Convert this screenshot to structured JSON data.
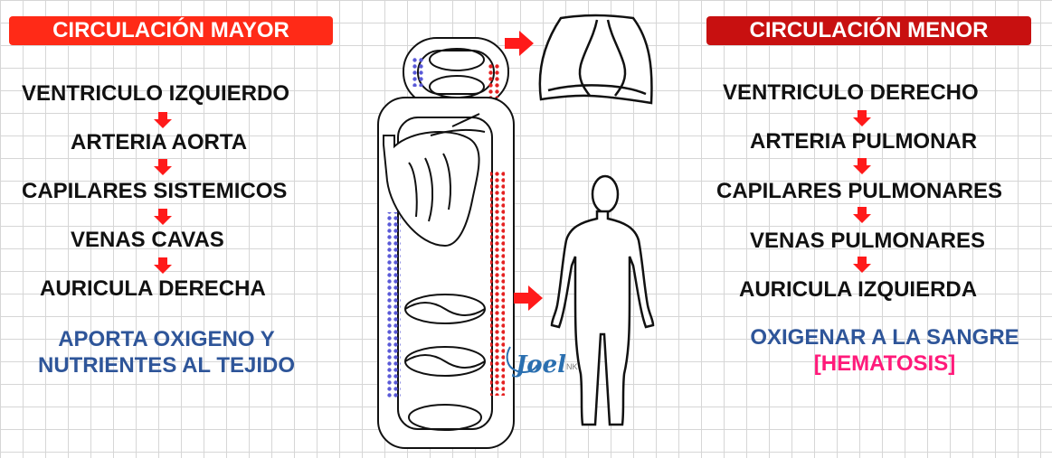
{
  "left": {
    "title": "CIRCULACIÓN MAYOR",
    "steps": [
      "VENTRICULO IZQUIERDO",
      "ARTERIA AORTA",
      "CAPILARES SISTEMICOS",
      "VENAS CAVAS",
      "AURICULA DERECHA"
    ],
    "note_line1": "APORTA OXIGENO Y",
    "note_line2": "NUTRIENTES AL TEJIDO"
  },
  "right": {
    "title": "CIRCULACIÓN MENOR",
    "steps": [
      "VENTRICULO DERECHO",
      "ARTERIA PULMONAR",
      "CAPILARES PULMONARES",
      "VENAS PULMONARES",
      "AURICULA IZQUIERDA"
    ],
    "note_line1": "OXIGENAR A LA SANGRE",
    "note_line2": "[HEMATOSIS]"
  },
  "watermark": "Joel NK",
  "colors": {
    "title_left": "#ff2a17",
    "title_right": "#c81010",
    "arrow": "#ff1a1a",
    "note": "#2e5599",
    "hematosis": "#ff1a7a",
    "oxygenated": "#e52222",
    "deoxygenated": "#5a5ad8"
  }
}
